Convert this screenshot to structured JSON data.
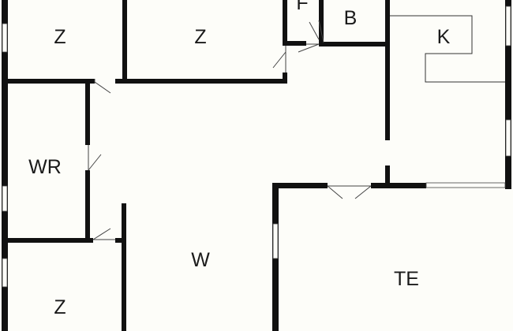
{
  "floorplan": {
    "rooms": [
      {
        "id": "bedroom-top-left",
        "label": "Z"
      },
      {
        "id": "bedroom-top-center",
        "label": "Z"
      },
      {
        "id": "closet",
        "label": "F"
      },
      {
        "id": "bathroom",
        "label": "B"
      },
      {
        "id": "kitchen",
        "label": "K"
      },
      {
        "id": "washroom",
        "label": "WR"
      },
      {
        "id": "living",
        "label": "W"
      },
      {
        "id": "terrace",
        "label": "TE"
      },
      {
        "id": "bedroom-bottom-left",
        "label": "Z"
      }
    ]
  }
}
